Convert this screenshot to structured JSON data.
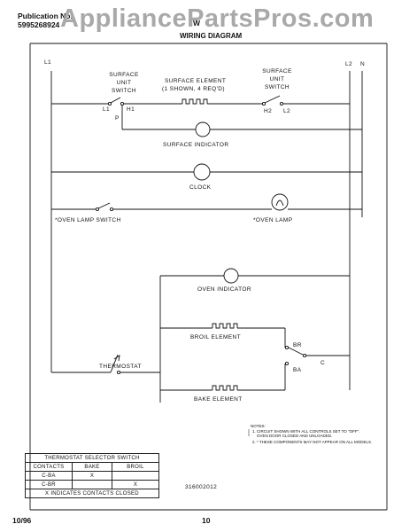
{
  "header": {
    "publication_label": "Publication No.",
    "publication_number": "5995268924",
    "model_fragment": "W",
    "title": "WIRING DIAGRAM",
    "watermark": "AppliancePartsPros.com"
  },
  "diagram": {
    "line_left": "L1",
    "line_right": "L2",
    "neutral": "N",
    "surface_unit_switch_left": "SURFACE UNIT SWITCH",
    "surface_element": "SURFACE ELEMENT",
    "surface_element_note": "(1 SHOWN, 4 REQ'D)",
    "surface_unit_switch_right": "SURFACE UNIT SWITCH",
    "terminal_l1": "L1",
    "terminal_h1": "H1",
    "terminal_p": "P",
    "terminal_h2": "H2",
    "terminal_l2": "L2",
    "surface_indicator": "SURFACE INDICATOR",
    "clock": "CLOCK",
    "oven_lamp_switch": "*OVEN LAMP SWITCH",
    "oven_lamp": "*OVEN LAMP",
    "oven_indicator": "OVEN INDICATOR",
    "broil_element": "BROIL ELEMENT",
    "bake_element": "BAKE ELEMENT",
    "thermostat": "THERMOSTAT",
    "terminal_br": "BR",
    "terminal_ba": "BA",
    "terminal_c": "C",
    "diagram_number": "316002012"
  },
  "notes": {
    "title": "NOTES:",
    "line1": "1. CIRCUIT SHOWN WITH ALL CONTROLS SET TO \"OFF\".",
    "line1b": "OVEN DOOR CLOSED AND UNLOADED.",
    "line2": "2. * THESE COMPONENTS MAY NOT APPEAR ON ALL MODELS."
  },
  "selector_table": {
    "title": "THERMOSTAT SELECTOR SWITCH",
    "headers": [
      "CONTACTS",
      "BAKE",
      "BROIL"
    ],
    "rows": [
      [
        "C-BA",
        "X",
        ""
      ],
      [
        "C-BR",
        "",
        "X"
      ]
    ],
    "footer": "X INDICATES CONTACTS CLOSED"
  },
  "footer": {
    "date": "10/96",
    "page": "10"
  }
}
